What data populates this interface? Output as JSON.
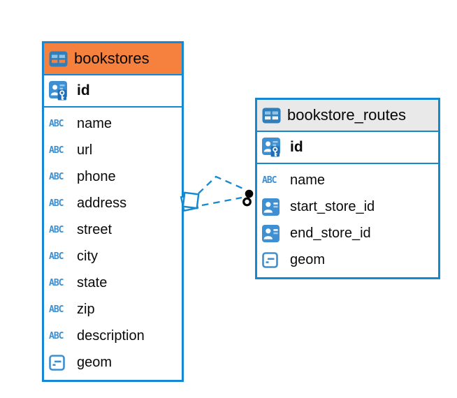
{
  "diagram": {
    "type": "entity-relationship",
    "background": "#ffffff"
  },
  "colors": {
    "accent_blue": "#1488D1",
    "icon_blue": "#3D8FD0",
    "selected_header_orange": "#F6813E",
    "header_gray": "#E9E9E9",
    "relationship_line": "#1488D1",
    "relationship_dot": "#000000",
    "text": "#0a0a0a"
  },
  "tables": [
    {
      "key": "bookstores",
      "title": "bookstores",
      "header_style": "highlighted-orange",
      "header_icon": "table-icon",
      "columns": [
        {
          "name": "id",
          "icon": "person-key-icon",
          "role": "primary-key"
        },
        {
          "name": "name",
          "icon": "text-icon"
        },
        {
          "name": "url",
          "icon": "text-icon"
        },
        {
          "name": "phone",
          "icon": "text-icon"
        },
        {
          "name": "address",
          "icon": "text-icon"
        },
        {
          "name": "street",
          "icon": "text-icon"
        },
        {
          "name": "city",
          "icon": "text-icon"
        },
        {
          "name": "state",
          "icon": "text-icon"
        },
        {
          "name": "zip",
          "icon": "text-icon"
        },
        {
          "name": "description",
          "icon": "text-icon"
        },
        {
          "name": "geom",
          "icon": "geometry-icon"
        }
      ]
    },
    {
      "key": "bookstore_routes",
      "title": "bookstore_routes",
      "header_style": "gray",
      "header_icon": "table-icon",
      "columns": [
        {
          "name": "id",
          "icon": "person-key-icon",
          "role": "primary-key"
        },
        {
          "name": "name",
          "icon": "text-icon"
        },
        {
          "name": "start_store_id",
          "icon": "person-icon"
        },
        {
          "name": "end_store_id",
          "icon": "person-icon"
        },
        {
          "name": "geom",
          "icon": "geometry-icon"
        }
      ]
    }
  ],
  "relationships": [
    {
      "from_table": "bookstores",
      "to_table": "bookstore_routes",
      "line_style": "dashed",
      "from_marker": "overlapping-squares",
      "to_marker": "dot"
    },
    {
      "from_table": "bookstores",
      "to_table": "bookstore_routes",
      "line_style": "dashed",
      "from_marker": "overlapping-squares",
      "to_marker": "ring"
    }
  ]
}
